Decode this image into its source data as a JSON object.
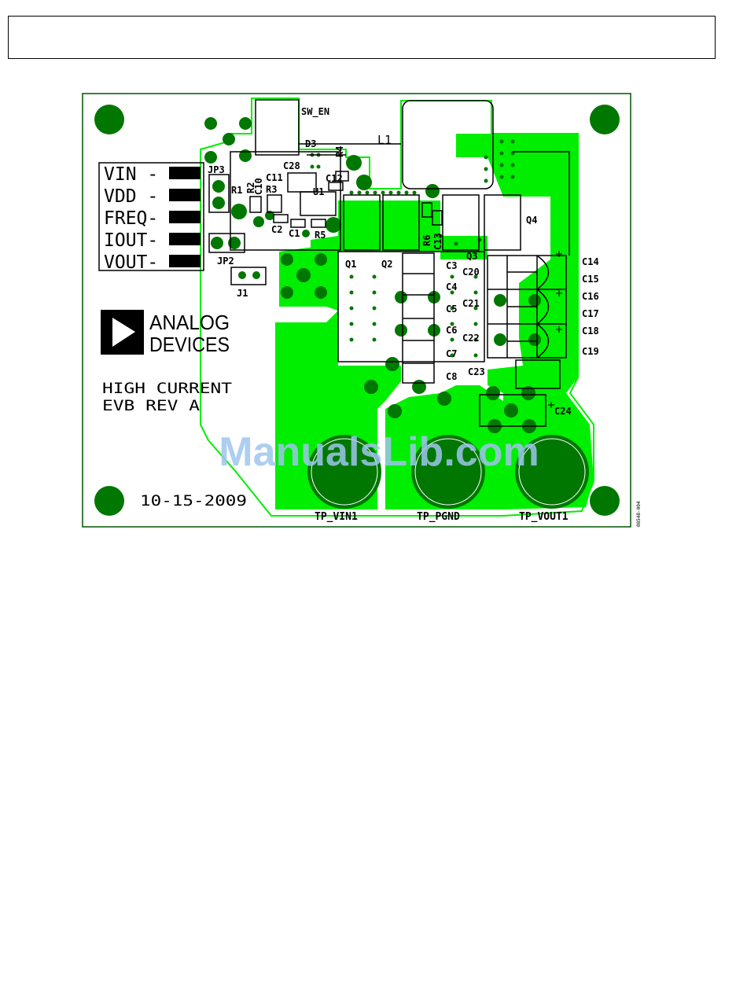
{
  "board": {
    "header_label": "",
    "connector_pins": [
      "VIN -",
      "VDD -",
      "FREQ-",
      "IOUT-",
      "VOUT-"
    ],
    "logo_line1": "ANALOG",
    "logo_line2": "DEVICES",
    "title_line1": "HIGH CURRENT",
    "title_line2": "EVB REV A",
    "date": "10-15-2009",
    "part_code": "08548-004",
    "watermark": "ManualsLib.com",
    "labels": {
      "sw_en": "SW_EN",
      "d3": "D3",
      "l1": "L1",
      "r4": "R4",
      "jp3": "JP3",
      "c28": "C28",
      "c11": "C11",
      "c10": "C10",
      "r1": "R1",
      "r2": "R2",
      "r3": "R3",
      "u1": "U1",
      "c12": "C12",
      "c2": "C2",
      "c1": "C1",
      "r5": "R5",
      "jp2": "JP2",
      "j1": "J1",
      "q1": "Q1",
      "q2": "Q2",
      "r6": "R6",
      "c13": "C13",
      "q3": "Q3",
      "q4": "Q4",
      "c3": "C3",
      "c20": "C20",
      "c4": "C4",
      "c5": "C5",
      "c21": "C21",
      "c6": "C6",
      "c22": "C22",
      "c7": "C7",
      "c23": "C23",
      "c8": "C8",
      "c14": "C14",
      "c15": "C15",
      "c16": "C16",
      "c17": "C17",
      "c18": "C18",
      "c19": "C19",
      "c24": "C24",
      "tp_vin1": "TP_VIN1",
      "tp_pgnd": "TP_PGND",
      "tp_vout1": "TP_VOUT1"
    },
    "colors": {
      "copper_fill": "#00ee00",
      "pad": "#007700",
      "silkscreen": "#000000",
      "watermark": "#9ec6ee"
    }
  }
}
